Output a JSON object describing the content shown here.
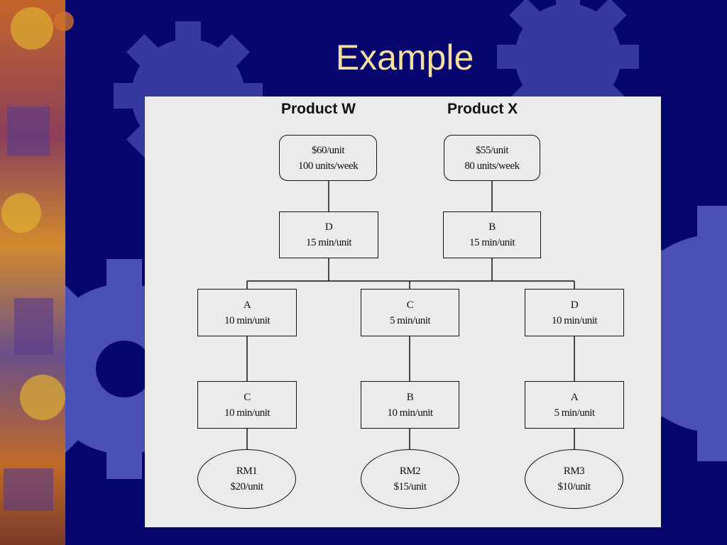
{
  "slide": {
    "title": "Example",
    "colors": {
      "background": "#06066e",
      "title": "#f5dea0",
      "panel": "#ebebeb",
      "gear": "#4a4fb5"
    }
  },
  "diagram": {
    "products": [
      {
        "title": "Product W",
        "price": "$60/unit",
        "demand": "100 units/week"
      },
      {
        "title": "Product X",
        "price": "$55/unit",
        "demand": "80 units/week"
      }
    ],
    "final_steps": [
      {
        "name": "D",
        "time": "15 min/unit"
      },
      {
        "name": "B",
        "time": "15 min/unit"
      }
    ],
    "upper_steps": [
      {
        "name": "A",
        "time": "10 min/unit"
      },
      {
        "name": "C",
        "time": "5 min/unit"
      },
      {
        "name": "D",
        "time": "10 min/unit"
      }
    ],
    "lower_steps": [
      {
        "name": "C",
        "time": "10 min/unit"
      },
      {
        "name": "B",
        "time": "10 min/unit"
      },
      {
        "name": "A",
        "time": "5 min/unit"
      }
    ],
    "raw_materials": [
      {
        "name": "RM1",
        "cost": "$20/unit"
      },
      {
        "name": "RM2",
        "cost": "$15/unit"
      },
      {
        "name": "RM3",
        "cost": "$10/unit"
      }
    ]
  }
}
